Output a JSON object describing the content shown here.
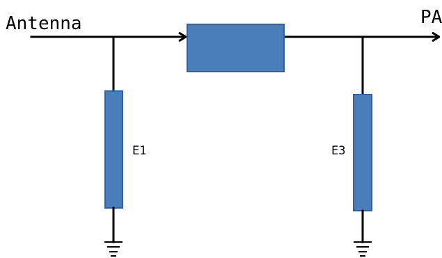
{
  "diagram": {
    "input_label": "Antenna",
    "output_label": "PA",
    "series_element": {
      "label": ""
    },
    "shunt_elements": [
      {
        "label": "E1"
      },
      {
        "label": "E3"
      }
    ],
    "colors": {
      "block_fill": "#4a7ebb",
      "block_border": "#3a5f94",
      "wire": "#000000"
    },
    "icons": [
      "arrow-right-icon",
      "ground-icon"
    ]
  }
}
